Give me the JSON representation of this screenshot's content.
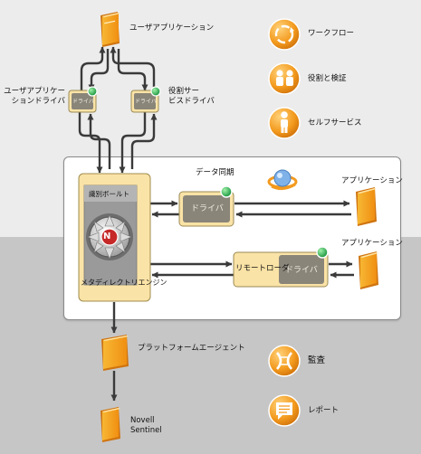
{
  "labels": {
    "user_app": "ユーザアプリケーション",
    "user_app_driver_l1": "ユーザアプリケー",
    "user_app_driver_l2": "ションドライバ",
    "role_service_driver_l1": "役割サー",
    "role_service_driver_l2": "ビスドライバ",
    "driver": "ドライバ",
    "data_sync": "データ同期",
    "id_vault": "識別ボールト",
    "metadirectory_engine": "メタディレクトリエンジン",
    "application_1": "アプリケーション",
    "application_2": "アプリケーション",
    "remote_loader": "リモートローダ",
    "platform_agent": "プラットフォームエージェント",
    "novell_sentinel_l1": "Novell",
    "novell_sentinel_l2": "Sentinel",
    "engine_badge": "N"
  },
  "features": {
    "workflow": "ワークフロー",
    "roles_attestation": "役割と検証",
    "self_service": "セルフサービス",
    "audit": "監査",
    "report": "レポート"
  },
  "colors": {
    "orange": "#f39a1e",
    "engine_fill": "#fae3a6",
    "driver_fill": "#8a8579",
    "status_green": "#22b14c",
    "panel_border": "#8a8a8a",
    "arrow": "#3a3a3a"
  }
}
